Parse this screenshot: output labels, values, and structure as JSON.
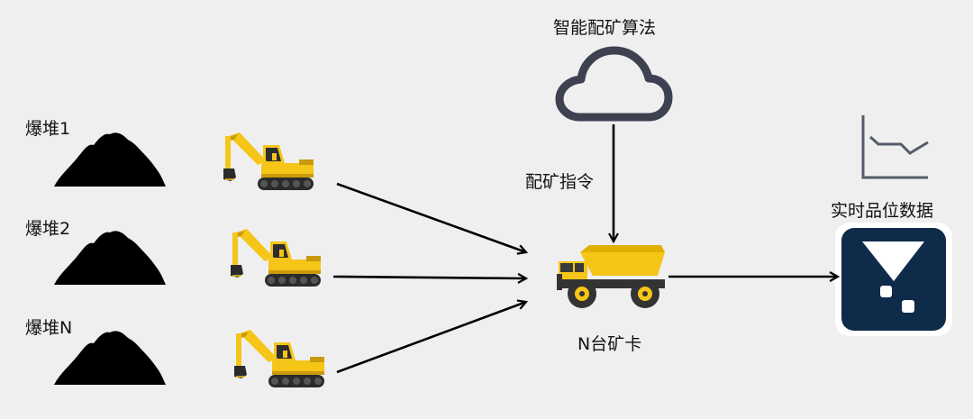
{
  "diagram": {
    "pile_labels": [
      "爆堆1",
      "爆堆2",
      "爆堆N"
    ],
    "algorithm_label": "智能配矿算法",
    "command_label": "配矿指令",
    "truck_label": "N台矿卡",
    "realtime_label": "实时品位数据",
    "icons": {
      "pile": "ore-pile-icon",
      "excavator": "excavator-icon",
      "cloud": "cloud-icon",
      "truck": "mining-truck-icon",
      "chart": "line-chart-icon",
      "analyzer": "grade-analyzer-icon"
    },
    "colors": {
      "background": "#efefef",
      "pile": "#000000",
      "machine_yellow": "#f5c518",
      "cloud_outline": "#3d4150",
      "arrow": "#000000",
      "analyzer_bg": "#0f2b4a"
    }
  }
}
